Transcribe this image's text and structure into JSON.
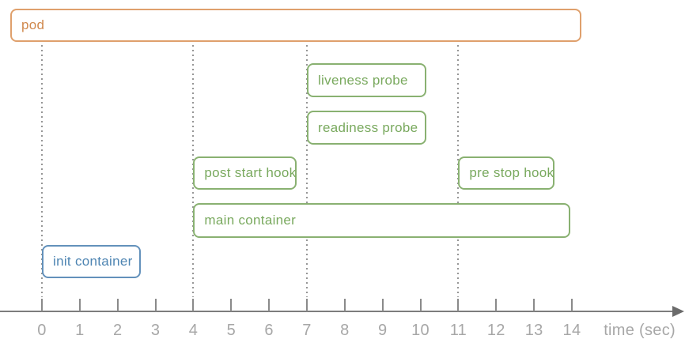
{
  "diagram": {
    "boxes": [
      {
        "id": "pod",
        "label": "pod",
        "role": "pod",
        "row": "pod"
      },
      {
        "id": "liveness-probe",
        "label": "liveness probe",
        "role": "container",
        "row": "probe1",
        "start": 7,
        "end": 10.15
      },
      {
        "id": "readiness-probe",
        "label": "readiness probe",
        "role": "container",
        "row": "probe2",
        "start": 7,
        "end": 10.15
      },
      {
        "id": "post-start-hook",
        "label": "post start hook",
        "role": "container",
        "row": "hooks",
        "start": 4,
        "end": 6.72
      },
      {
        "id": "pre-stop-hook",
        "label": "pre stop hook",
        "role": "container",
        "row": "hooks",
        "start": 11,
        "end": 13.53
      },
      {
        "id": "main-container",
        "label": "main container",
        "role": "container",
        "row": "main",
        "start": 4,
        "end": 13.95
      },
      {
        "id": "init-container",
        "label": "init container",
        "role": "init",
        "row": "init",
        "start": 0,
        "end": 2.61
      }
    ],
    "axis": {
      "min": 0,
      "max": 14,
      "ticks": [
        "0",
        "1",
        "2",
        "3",
        "4",
        "5",
        "6",
        "7",
        "8",
        "9",
        "10",
        "11",
        "12",
        "13",
        "14"
      ],
      "unit_label": "time (sec)",
      "dotted_guides_at": [
        0,
        4,
        7,
        11
      ]
    },
    "colors": {
      "text": {
        "pod": "#d0884c",
        "container": "#79a95e",
        "init": "#4d84b2"
      },
      "border": {
        "pod": "#dfa06c",
        "container": "#89b171",
        "init": "#6391bb"
      },
      "guide": "#969696",
      "axis_line": "#7d7d7d",
      "arrow": "#6b6b6b",
      "tick": "#8a8a8a",
      "tick_label": "#a7a7a7"
    }
  }
}
